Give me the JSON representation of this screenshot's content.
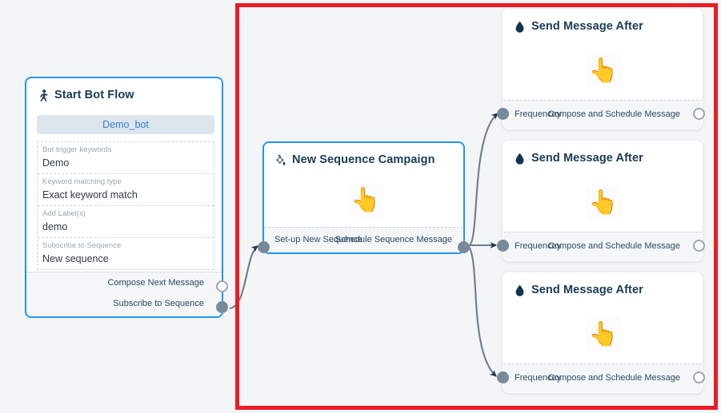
{
  "canvas": {
    "background_color": "#f4f5f7",
    "selection_border_color": "#ed1c24"
  },
  "nodes": {
    "start_bot_flow": {
      "title": "Start Bot Flow",
      "icon": "running-person-icon",
      "bot_name": "Demo_bot",
      "fields": [
        {
          "label": "Bot trigger keywords",
          "value": "Demo"
        },
        {
          "label": "Keyword matching type",
          "value": "Exact keyword match"
        },
        {
          "label": "Add Label(s)",
          "value": "demo"
        },
        {
          "label": "Subscribe to Sequence",
          "value": "New sequence"
        }
      ],
      "outputs": [
        {
          "label": "Compose Next Message",
          "port": "hollow"
        },
        {
          "label": "Subscribe to Sequence",
          "port": "filled"
        }
      ]
    },
    "new_sequence_campaign": {
      "title": "New Sequence Campaign",
      "icon": "paint-bucket-icon",
      "cursor": "pointing-hand-cursor",
      "input_label": "Set-up New Sequence",
      "output_label": "Schedule Sequence Message"
    },
    "send_message_after": [
      {
        "title": "Send Message After",
        "icon": "water-drop-icon",
        "cursor": "pointing-hand-cursor",
        "input_label": "Frequencey",
        "output_label": "Compose and Schedule Message"
      },
      {
        "title": "Send Message After",
        "icon": "water-drop-icon",
        "cursor": "pointing-hand-cursor",
        "input_label": "Frequencey",
        "output_label": "Compose and Schedule Message"
      },
      {
        "title": "Send Message After",
        "icon": "water-drop-icon",
        "cursor": "pointing-hand-cursor",
        "input_label": "Frequencey",
        "output_label": "Compose and Schedule Message"
      }
    ]
  }
}
